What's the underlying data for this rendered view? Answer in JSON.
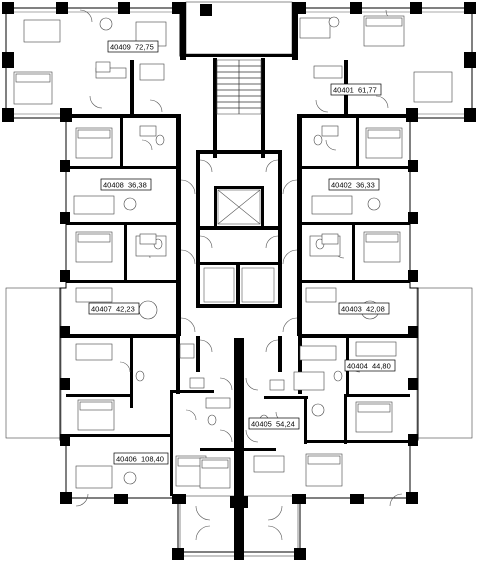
{
  "plan": {
    "apartments": [
      {
        "number": "40409",
        "area": "72,75"
      },
      {
        "number": "40401",
        "area": "61,77"
      },
      {
        "number": "40408",
        "area": "36,38"
      },
      {
        "number": "40402",
        "area": "36,33"
      },
      {
        "number": "40407",
        "area": "42,23"
      },
      {
        "number": "40403",
        "area": "42,08"
      },
      {
        "number": "40404",
        "area": "44,80"
      },
      {
        "number": "40405",
        "area": "54,24"
      },
      {
        "number": "40406",
        "area": "108,40"
      }
    ]
  }
}
